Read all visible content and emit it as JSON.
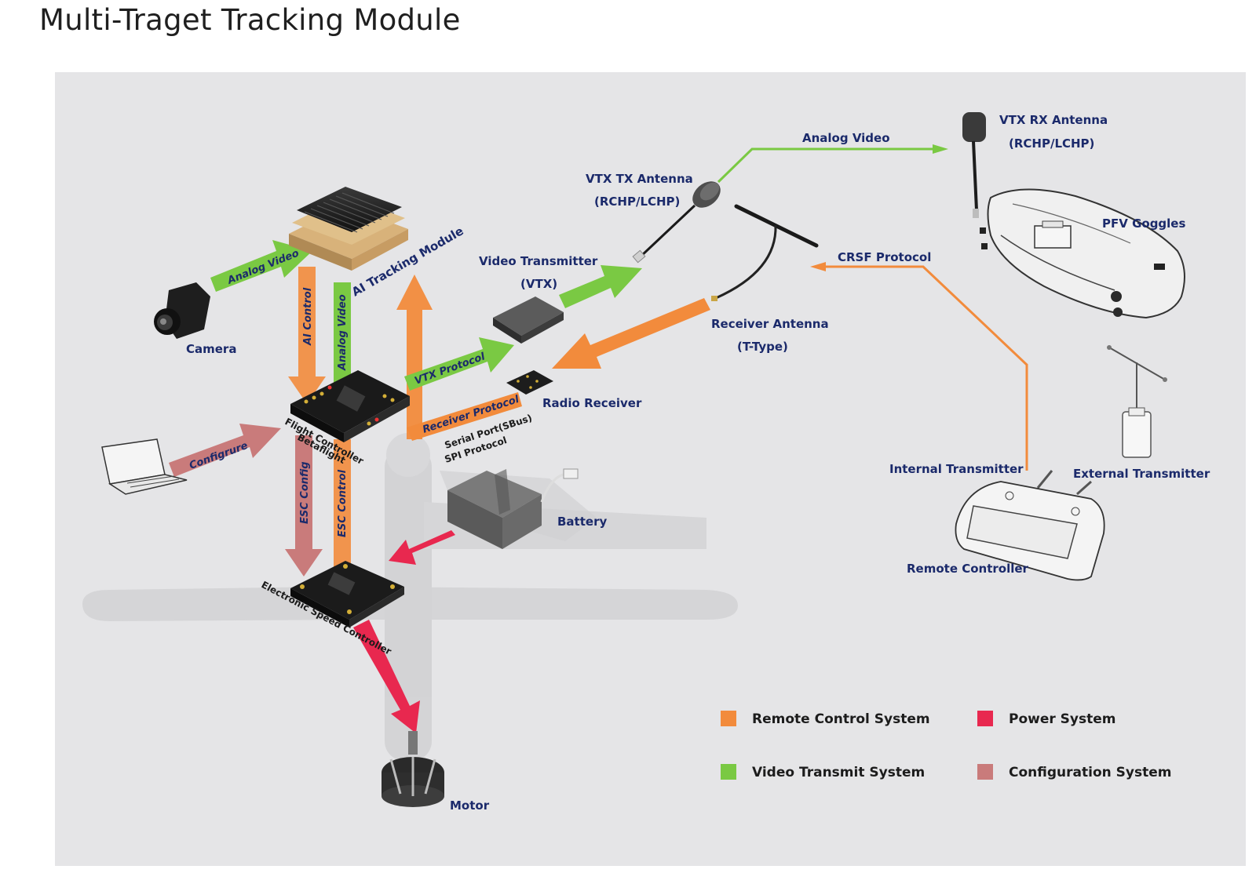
{
  "title": "Multi-Traget Tracking Module",
  "colors": {
    "remote_control": "#f28b3c",
    "video_transmit": "#7ac943",
    "power": "#e8284f",
    "configuration": "#c97b7b",
    "label_text": "#1b2a6b",
    "panel_bg": "#e5e5e7"
  },
  "components": {
    "camera": "Camera",
    "ai_tracking_module": "AI Tracking Module",
    "flight_controller": "Flight Controller",
    "betaflight": "Betaflight",
    "electronic_speed_controller": "Electronic Speed Controller",
    "motor": "Motor",
    "battery": "Battery",
    "video_transmitter_line1": "Video Transmitter",
    "video_transmitter_line2": "(VTX)",
    "vtx_tx_antenna_line1": "VTX TX Antenna",
    "vtx_tx_antenna_line2": "(RCHP/LCHP)",
    "vtx_rx_antenna_line1": "VTX RX Antenna",
    "vtx_rx_antenna_line2": "(RCHP/LCHP)",
    "goggles": "PFV Goggles",
    "receiver_antenna_line1": "Receiver Antenna",
    "receiver_antenna_line2": "(T-Type)",
    "radio_receiver": "Radio Receiver",
    "internal_transmitter": "Internal Transmitter",
    "external_transmitter": "External Transmitter",
    "remote_controller": "Remote Controller",
    "serial_port": "Serial Port(SBus)",
    "spi_protocol": "SPI Protocol"
  },
  "arrows": {
    "analog_video_camera": "Analog Video",
    "ai_control": "AI Control",
    "analog_video_fc": "Analog Video",
    "configure": "Configrure",
    "vtx_protocol": "VTX Protocol",
    "receiver_protocol": "Receiver Protocol",
    "esc_config": "ESC Config",
    "esc_control": "ESC Control",
    "analog_video_link": "Analog Video",
    "crsf_protocol": "CRSF Protocol"
  },
  "legend": [
    {
      "label": "Remote Control System",
      "color": "#f28b3c"
    },
    {
      "label": "Power System",
      "color": "#e8284f"
    },
    {
      "label": "Video Transmit System",
      "color": "#7ac943"
    },
    {
      "label": "Configuration System",
      "color": "#c97b7b"
    }
  ]
}
